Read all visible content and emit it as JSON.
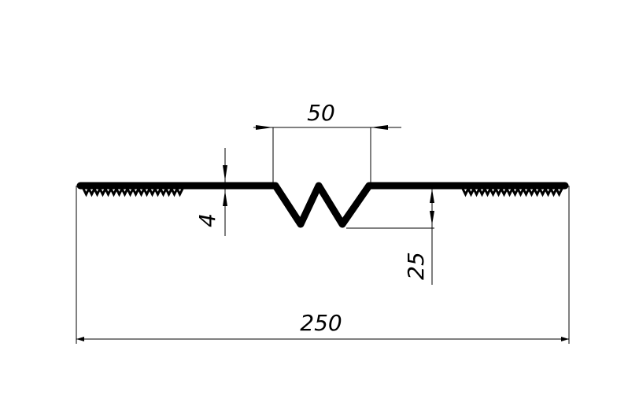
{
  "drawing": {
    "dimensions": {
      "overall_width": "250",
      "groove_width": "50",
      "thickness": "4",
      "groove_depth": "25"
    },
    "colors": {
      "line": "#000000",
      "background": "#ffffff"
    }
  }
}
